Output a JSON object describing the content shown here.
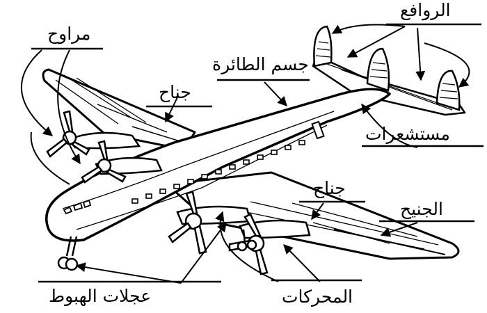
{
  "diagram": {
    "labels": {
      "propellers": "مراوح",
      "fuselage": "جسم الطائرة",
      "stabilizers": "الروافع",
      "wing_top": "جناح",
      "wing_right": "جناح",
      "sensors": "مستشعرات",
      "aileron": "الجنيح",
      "landing_gear": "عجلات الهبوط",
      "engines": "المحركات"
    },
    "colors": {
      "ink": "#000000",
      "paper": "#ffffff"
    }
  }
}
